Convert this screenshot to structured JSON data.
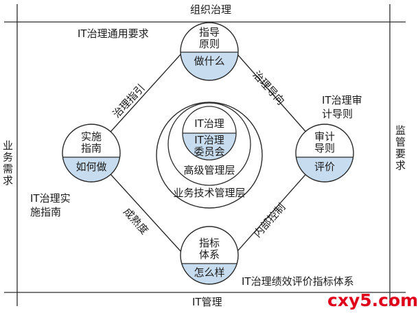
{
  "frame": {
    "top": "组织治理",
    "bottom": "IT管理",
    "left": "业务需求",
    "right": "监管要求"
  },
  "nodes": {
    "top": {
      "title": "指导\n原则",
      "subtitle": "做什么"
    },
    "left": {
      "title": "实施\n指南",
      "subtitle": "如何做"
    },
    "right": {
      "title": "审计\n导则",
      "subtitle": "评价"
    },
    "bottom": {
      "title": "指标\n体系",
      "subtitle": "怎么样"
    }
  },
  "edges": {
    "top_left": "治理指引",
    "top_right": "治理导向",
    "bottom_left": "成熟度",
    "bottom_right": "内部控制"
  },
  "corners": {
    "top_left": "IT治理通用要求",
    "top_right": "IT治理审\n计导则",
    "bottom_left": "IT治理实\n施指南",
    "bottom_right": "IT治理绩效评价指标体系"
  },
  "center": {
    "core": "IT治理",
    "committee": "IT治理\n委员会",
    "senior": "高级管理层",
    "business": "业务技术管理层"
  },
  "watermark": "cxy5.com",
  "colors": {
    "line": "#2a2a2a",
    "fill": "#c8dcef",
    "watermark": "#e0001b",
    "background": "#ffffff"
  }
}
